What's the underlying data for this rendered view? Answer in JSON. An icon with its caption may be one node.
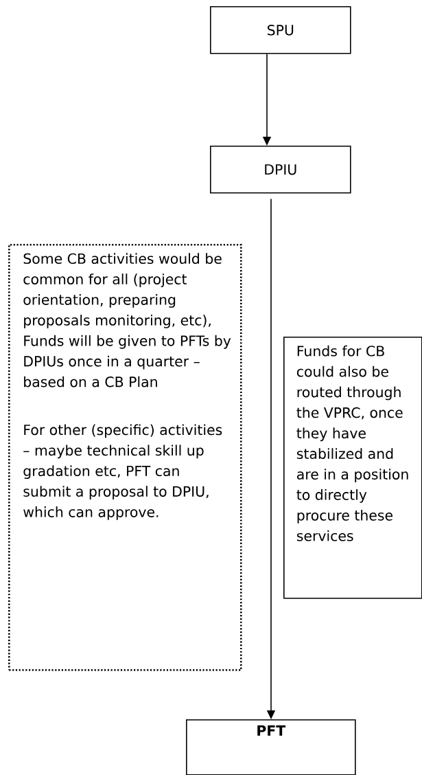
{
  "diagram": {
    "nodes": [
      {
        "text": [
          "SPU"
        ]
      },
      {
        "text": [
          "DPIU"
        ]
      },
      {
        "text": [
          "Some CB activities would be common for all (project orientation, preparing proposals monitoring, etc), Funds will be given to PFTs by DPIUs once in a quarter – based on a CB Plan",
          "For other (specific) activities – maybe technical skill up gradation etc, PFT can submit a proposal to DPIU, which can approve."
        ]
      },
      {
        "text": [
          "Funds for CB could also be routed through the VPRC, once they have stabilized and are in a position to directly procure these services"
        ]
      },
      {
        "text": [
          "PFT"
        ]
      }
    ],
    "edges": [
      {
        "from": 0,
        "to": 1,
        "arrow": "to"
      },
      {
        "from": 1,
        "to": 4,
        "arrow": "to"
      }
    ]
  }
}
